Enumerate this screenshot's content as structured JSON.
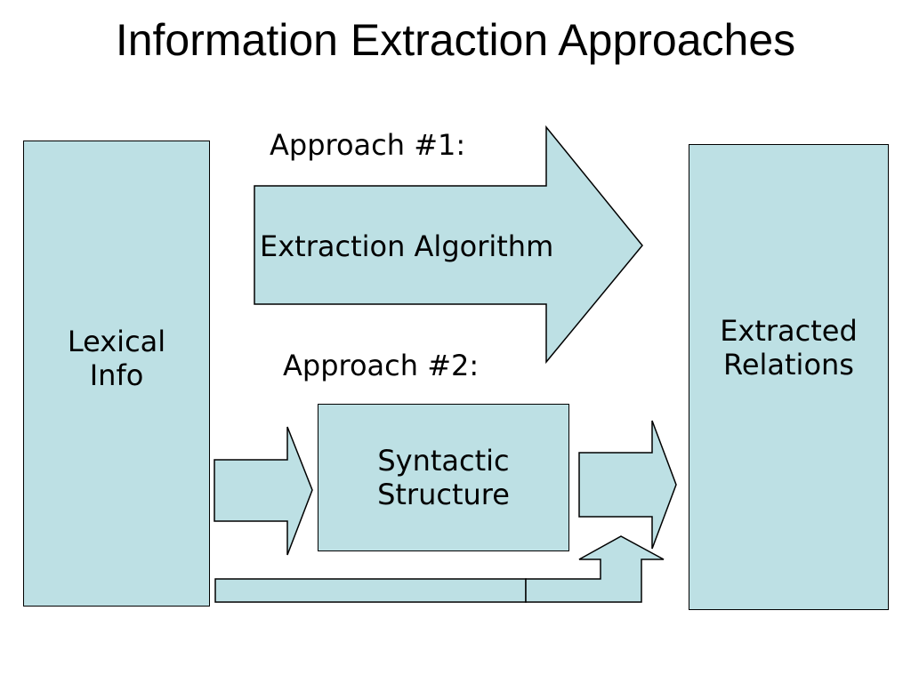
{
  "title": "Information Extraction Approaches",
  "boxes": {
    "lexical": "Lexical\nInfo",
    "extracted": "Extracted\nRelations",
    "syntactic": "Syntactic\nStructure"
  },
  "approach1": {
    "label": "Approach #1:",
    "arrow_text": "Extraction Algorithm"
  },
  "approach2": {
    "label": "Approach #2:"
  },
  "colors": {
    "fill": "#bde0e4",
    "stroke": "#000000"
  }
}
